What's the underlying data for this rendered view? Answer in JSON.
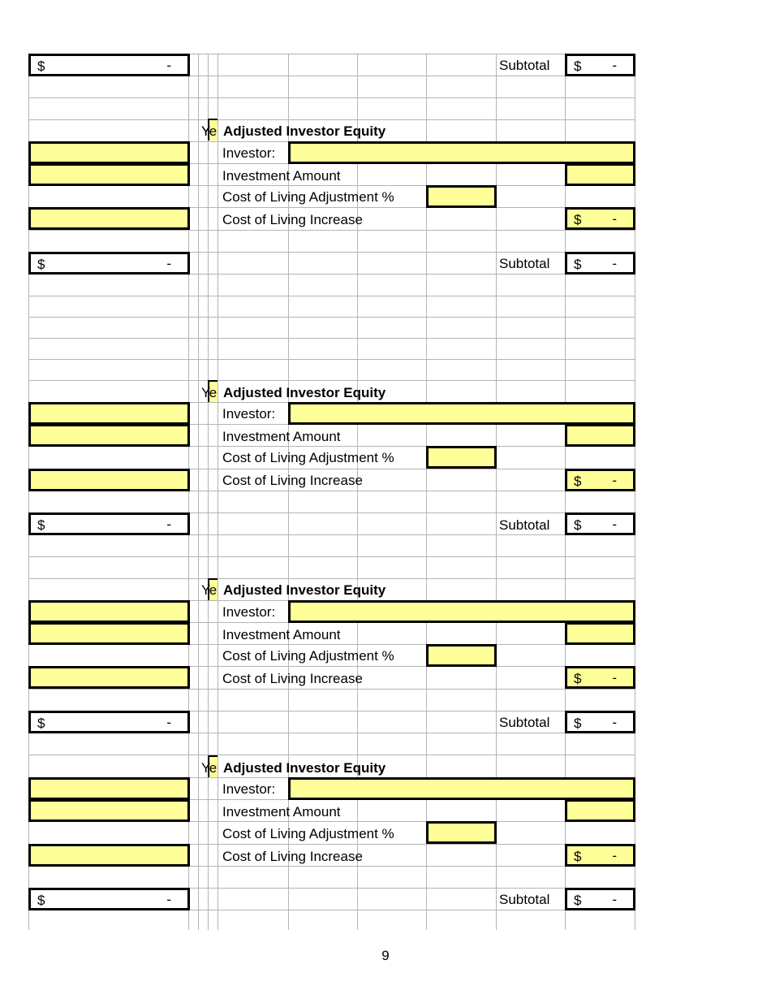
{
  "top_row": {
    "left_total": {
      "currency": "$",
      "value": "-"
    },
    "subtotal_label": "Subtotal",
    "subtotal": {
      "currency": "$",
      "value": "-"
    }
  },
  "sections": [
    {
      "marker": "Ye",
      "heading": "Adjusted Investor Equity",
      "investor_label": "Investor:",
      "investor_value": "",
      "investment_amount_label": "Investment Amount",
      "investment_amount_value": "",
      "cola_label": "Cost of Living Adjustment %",
      "cola_value": "",
      "increase_label": "Cost of Living Increase",
      "increase": {
        "currency": "$",
        "value": "-"
      },
      "left_total": {
        "currency": "$",
        "value": "-"
      },
      "subtotal_label": "Subtotal",
      "subtotal": {
        "currency": "$",
        "value": "-"
      }
    },
    {
      "marker": "Ye",
      "heading": "Adjusted Investor Equity",
      "investor_label": "Investor:",
      "investor_value": "",
      "investment_amount_label": "Investment Amount",
      "investment_amount_value": "",
      "cola_label": "Cost of Living Adjustment %",
      "cola_value": "",
      "increase_label": "Cost of Living Increase",
      "increase": {
        "currency": "$",
        "value": "-"
      },
      "left_total": {
        "currency": "$",
        "value": "-"
      },
      "subtotal_label": "Subtotal",
      "subtotal": {
        "currency": "$",
        "value": "-"
      }
    },
    {
      "marker": "Ye",
      "heading": "Adjusted Investor Equity",
      "investor_label": "Investor:",
      "investor_value": "",
      "investment_amount_label": "Investment Amount",
      "investment_amount_value": "",
      "cola_label": "Cost of Living Adjustment %",
      "cola_value": "",
      "increase_label": "Cost of Living Increase",
      "increase": {
        "currency": "$",
        "value": "-"
      },
      "left_total": {
        "currency": "$",
        "value": "-"
      },
      "subtotal_label": "Subtotal",
      "subtotal": {
        "currency": "$",
        "value": "-"
      }
    },
    {
      "marker": "Ye",
      "heading": "Adjusted Investor Equity",
      "investor_label": "Investor:",
      "investor_value": "",
      "investment_amount_label": "Investment Amount",
      "investment_amount_value": "",
      "cola_label": "Cost of Living Adjustment %",
      "cola_value": "",
      "increase_label": "Cost of Living Increase",
      "increase": {
        "currency": "$",
        "value": "-"
      },
      "left_total": {
        "currency": "$",
        "value": "-"
      },
      "subtotal_label": "Subtotal",
      "subtotal": {
        "currency": "$",
        "value": "-"
      }
    }
  ],
  "page_number": "9",
  "colors": {
    "input_fill": "#ffff99",
    "grid": "#b4b4b4",
    "border": "#000000"
  }
}
